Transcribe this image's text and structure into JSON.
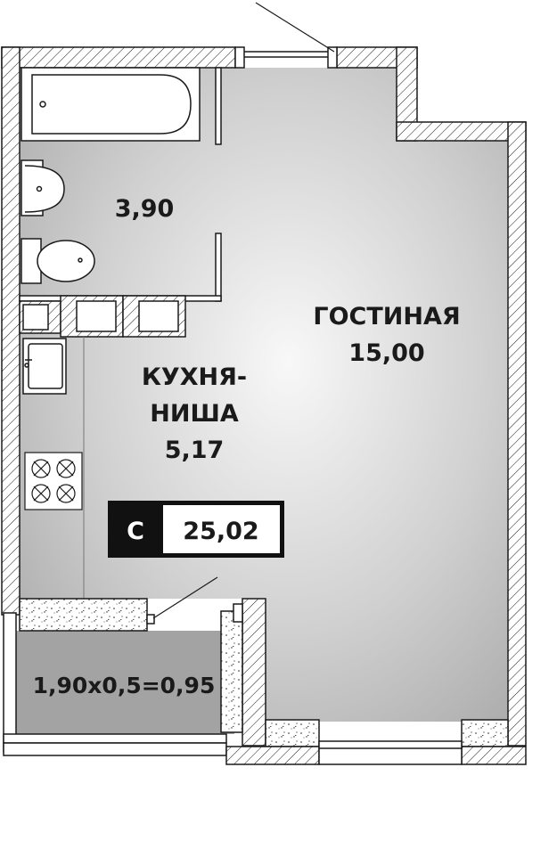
{
  "rooms": {
    "bathroom": {
      "area": "3,90"
    },
    "living": {
      "name": "ГОСТИНАЯ",
      "area": "15,00"
    },
    "kitchen": {
      "name_line1": "КУХНЯ-",
      "name_line2": "НИША",
      "area": "5,17"
    },
    "balcony": {
      "area": "1,90x0,5=0,95"
    }
  },
  "apartment": {
    "type": "С",
    "total_area": "25,02"
  },
  "colors": {
    "floor_center": "#f7f7f7",
    "floor_edge": "#a9a9a9",
    "wall": "#ffffff",
    "line": "#1a1a1a",
    "badge_dark": "#111111"
  }
}
